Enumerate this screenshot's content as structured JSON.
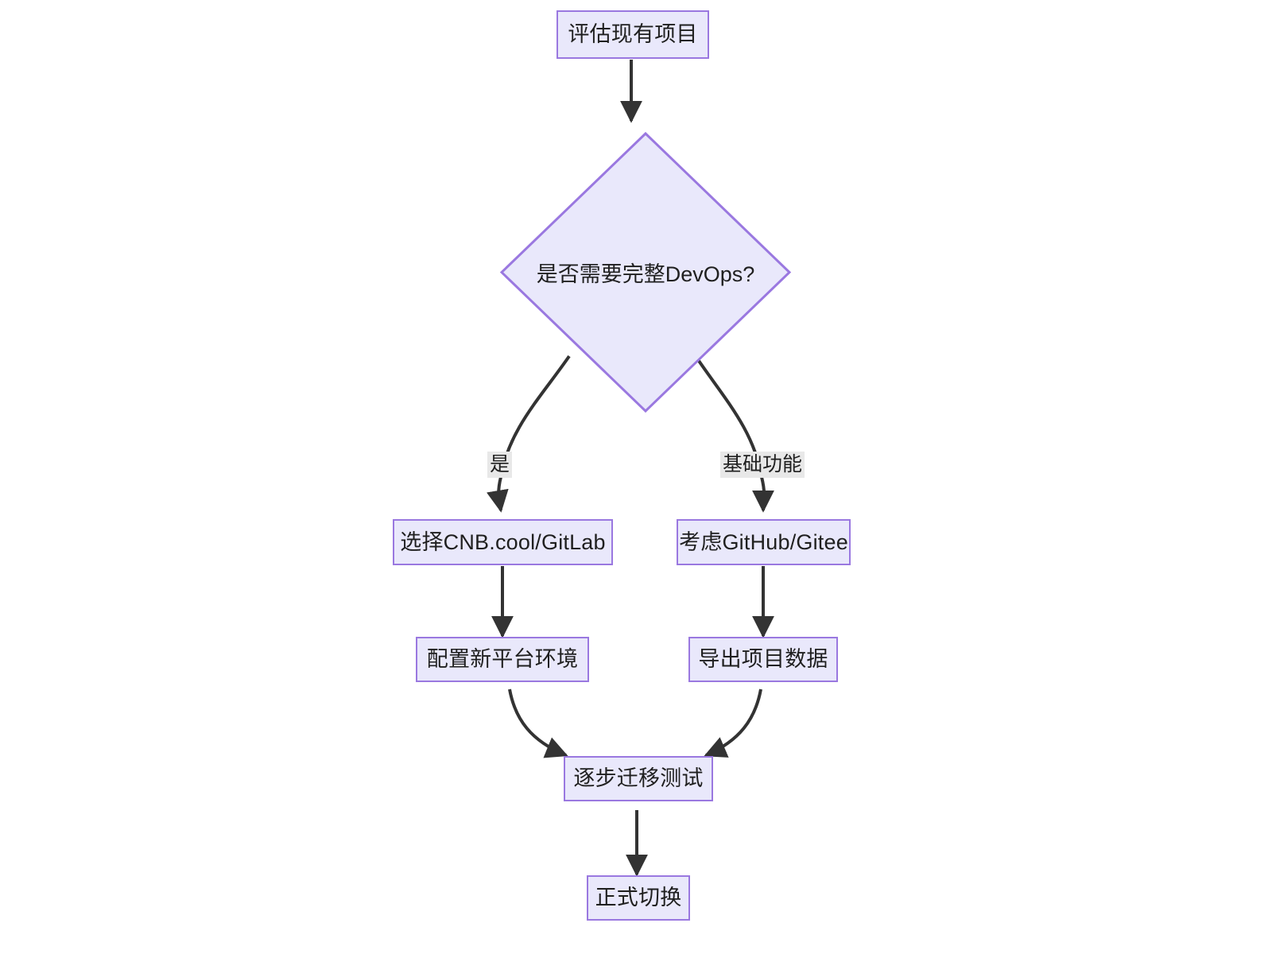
{
  "diagram": {
    "type": "flowchart",
    "direction": "top-down",
    "title": "",
    "theme": {
      "node_fill": "#e9e8fb",
      "node_border": "#9a78e0",
      "node_text": "#1f1f1f",
      "edge_color": "#333333",
      "edge_label_background": "#e8e8e8",
      "canvas_background": "#ffffff"
    },
    "nodes": [
      {
        "id": "start",
        "label": "评估现有项目",
        "shape": "rect"
      },
      {
        "id": "decision",
        "label": "是否需要完整DevOps?",
        "shape": "diamond"
      },
      {
        "id": "cnb",
        "label": "选择CNB.cool/GitLab",
        "shape": "rect"
      },
      {
        "id": "github",
        "label": "考虑GitHub/Gitee",
        "shape": "rect"
      },
      {
        "id": "config",
        "label": "配置新平台环境",
        "shape": "rect"
      },
      {
        "id": "export",
        "label": "导出项目数据",
        "shape": "rect"
      },
      {
        "id": "migrate",
        "label": "逐步迁移测试",
        "shape": "rect"
      },
      {
        "id": "switch",
        "label": "正式切换",
        "shape": "rect"
      }
    ],
    "edges": [
      {
        "from": "start",
        "to": "decision",
        "label": ""
      },
      {
        "from": "decision",
        "to": "cnb",
        "label": "是"
      },
      {
        "from": "decision",
        "to": "github",
        "label": "基础功能"
      },
      {
        "from": "cnb",
        "to": "config",
        "label": ""
      },
      {
        "from": "github",
        "to": "export",
        "label": ""
      },
      {
        "from": "config",
        "to": "migrate",
        "label": ""
      },
      {
        "from": "export",
        "to": "migrate",
        "label": ""
      },
      {
        "from": "migrate",
        "to": "switch",
        "label": ""
      }
    ],
    "edge_labels": {
      "yes": "是",
      "basic": "基础功能"
    }
  }
}
